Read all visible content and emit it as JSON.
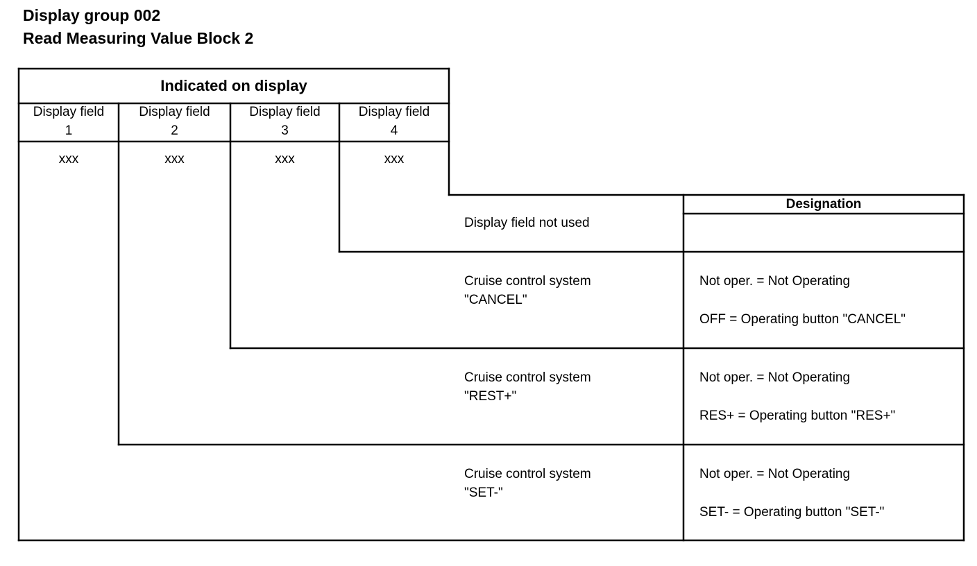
{
  "title_line1": "Display group 002",
  "title_line2": "Read Measuring Value Block 2",
  "table": {
    "header": "Indicated on display",
    "fields": [
      {
        "label_line1": "Display field",
        "label_line2": "1",
        "value": "xxx"
      },
      {
        "label_line1": "Display field",
        "label_line2": "2",
        "value": "xxx"
      },
      {
        "label_line1": "Display field",
        "label_line2": "3",
        "value": "xxx"
      },
      {
        "label_line1": "Display field",
        "label_line2": "4",
        "value": "xxx"
      }
    ],
    "designation_header": "Designation",
    "rows": [
      {
        "description_line1": "Display field not used",
        "description_line2": "",
        "designation_line1": "",
        "designation_line2": ""
      },
      {
        "description_line1": "Cruise control system",
        "description_line2": "\"CANCEL\"",
        "designation_line1": "Not oper. = Not Operating",
        "designation_line2": "OFF = Operating button \"CANCEL\""
      },
      {
        "description_line1": "Cruise control system",
        "description_line2": "\"REST+\"",
        "designation_line1": "Not oper. = Not Operating",
        "designation_line2": "RES+ = Operating button \"RES+\""
      },
      {
        "description_line1": "Cruise control system",
        "description_line2": "\"SET-\"",
        "designation_line1": "Not oper. = Not Operating",
        "designation_line2": "SET- = Operating button \"SET-\""
      }
    ]
  }
}
